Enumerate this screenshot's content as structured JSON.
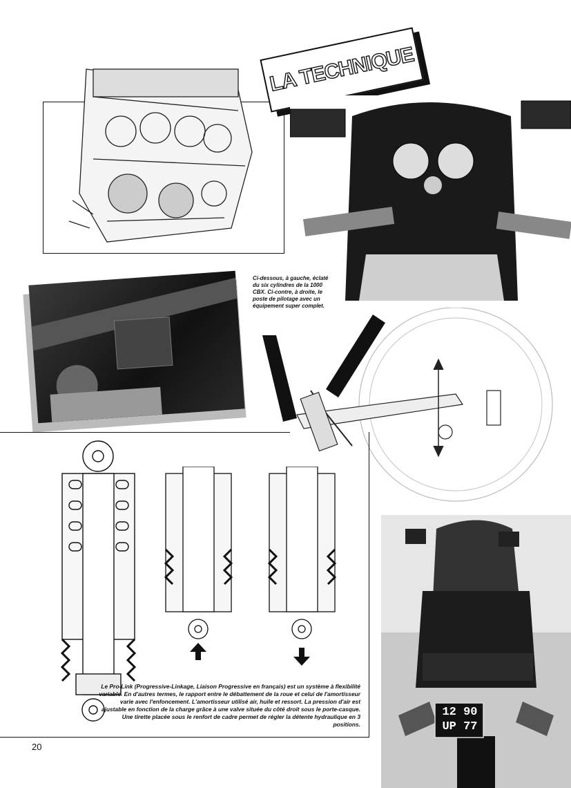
{
  "header": {
    "title": "LA TECHNIQUE"
  },
  "captions": {
    "top": "Ci-dessous, à gauche, éclaté du six cylindres de la 1000 CBX. Ci-contre, à droite, le poste de pilotage avec un équipement super complet.",
    "prolink": "Le Pro-Link (Progressive-Linkage, Liaison Progressive en français) est un système à flexibilité variable. En d'autres termes, le rapport entre le débattement de la roue et celui de l'amortisseur varie avec l'enfoncement. L'amortisseur utilisé air, huile et ressort. La pression d'air est ajustable en fonction de la charge grâce à une valve située du côté droit sous le porte-casque. Une tirette placée sous le renfort de cadre permet de régler la détente hydraulique en 3 positions."
  },
  "plate": {
    "line1": "12 90",
    "line2": "UP 77"
  },
  "footer": {
    "page_number": "20"
  }
}
